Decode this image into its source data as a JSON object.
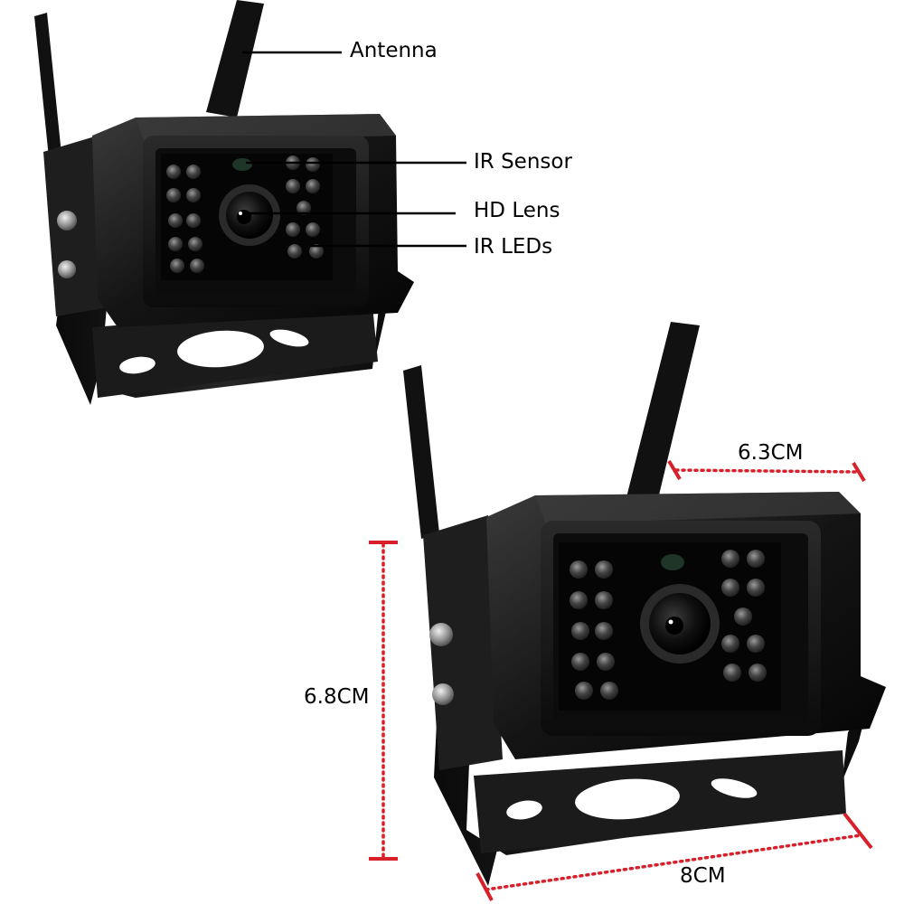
{
  "callouts": {
    "antenna": "Antenna",
    "ir_sensor": "IR Sensor",
    "hd_lens": "HD Lens",
    "ir_leds": "IR LEDs"
  },
  "dimensions": {
    "depth": "6.3CM",
    "height": "6.8CM",
    "width": "8CM"
  },
  "colors": {
    "dimension_line": "#d8202a",
    "camera_body": "#161616",
    "leader_line": "#000000"
  }
}
